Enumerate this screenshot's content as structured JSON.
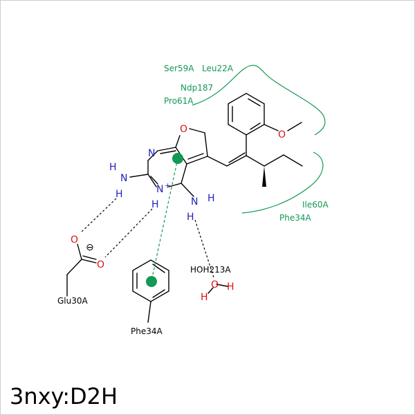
{
  "title": "3nxy:D2H",
  "colors": {
    "bond": "#000000",
    "nitrogen": "#2222bb",
    "oxygen": "#dd1111",
    "residue": "#119955",
    "border": "#cccccc"
  },
  "atoms": {
    "N1": "N",
    "N2": "N",
    "N3": "N",
    "N4": "N",
    "H": "H",
    "plus": "+",
    "O_ring": "O",
    "O_methoxy": "O",
    "O_glu1": "O",
    "O_glu2": "O",
    "O_water": "O",
    "minus": "⊖"
  },
  "residues": {
    "ser59": "Ser59A",
    "leu22": "Leu22A",
    "ndp187": "Ndp187",
    "pro61": "Pro61A",
    "ile60": "Ile60A",
    "phe34_top": "Phe34A",
    "glu30": "Glu30A",
    "phe34_bottom": "Phe34A",
    "water": "HOH213A"
  }
}
